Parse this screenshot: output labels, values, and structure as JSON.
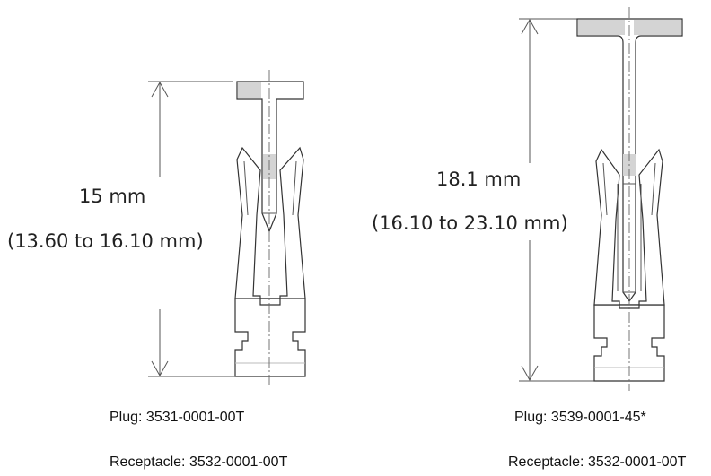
{
  "left_item": {
    "dimension": "15 mm",
    "range": "(13.60 to 16.10 mm)",
    "plug": "Plug: 3531-0001-00T",
    "receptacle": "Receptacle: 3532-0001-00T"
  },
  "right_item": {
    "dimension": "18.1 mm",
    "range": "(16.10 to 23.10 mm)",
    "plug": "Plug: 3539-0001-45*",
    "receptacle": "Receptacle: 3532-0001-00T"
  },
  "colors": {
    "line": "#555555",
    "shade": "#d4d4d4"
  }
}
